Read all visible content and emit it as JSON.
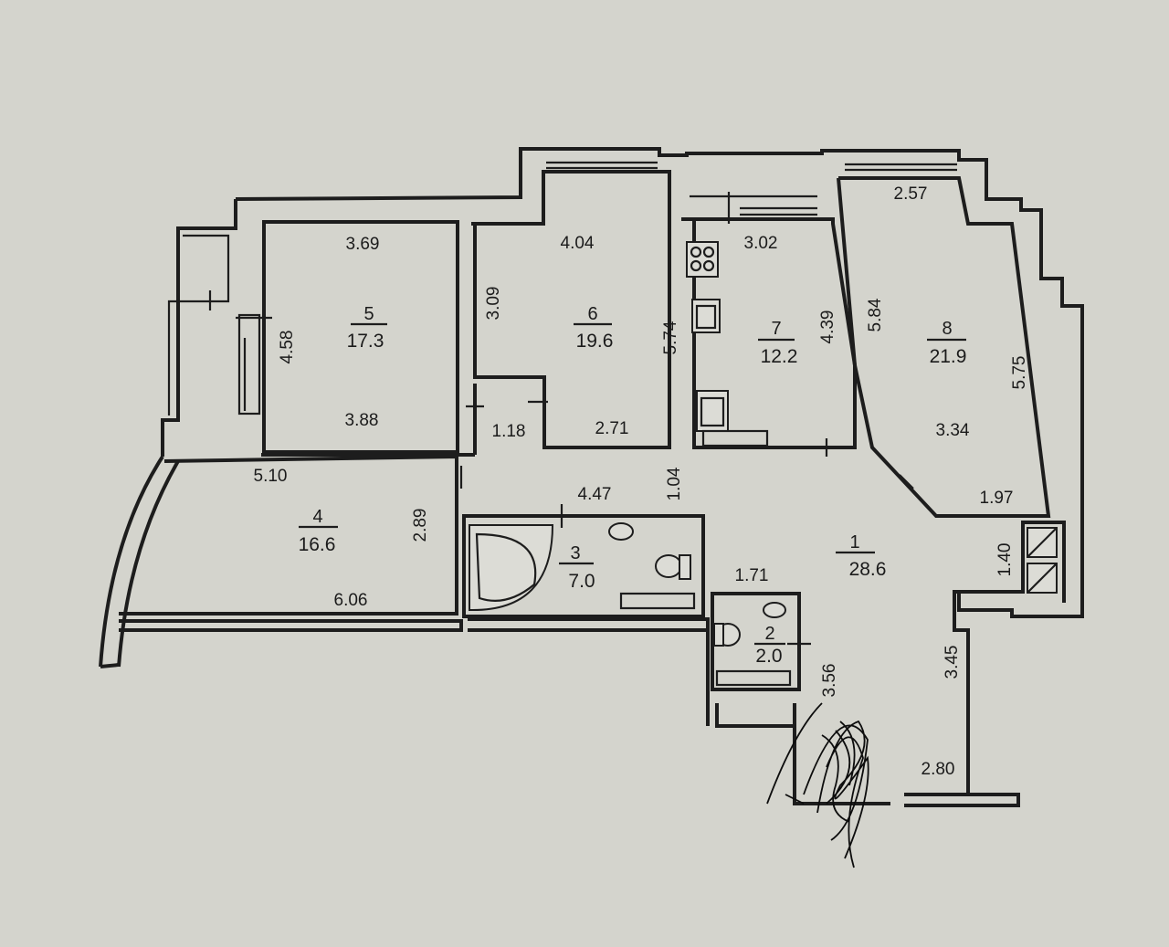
{
  "rooms": [
    {
      "number": "1",
      "area": "28.6"
    },
    {
      "number": "2",
      "area": "2.0"
    },
    {
      "number": "3",
      "area": "7.0"
    },
    {
      "number": "4",
      "area": "16.6"
    },
    {
      "number": "5",
      "area": "17.3"
    },
    {
      "number": "6",
      "area": "19.6"
    },
    {
      "number": "7",
      "area": "12.2"
    },
    {
      "number": "8",
      "area": "21.9"
    }
  ],
  "dimensions": {
    "r5_top": "3.69",
    "r5_left": "4.58",
    "r5_bottom": "3.88",
    "r6_top": "4.04",
    "r6_left": "3.09",
    "r6_right": "5.74",
    "r6_bottom": "2.71",
    "r7_top": "3.02",
    "r7_right": "4.39",
    "r8_top": "2.57",
    "r8_left": "5.84",
    "r8_right": "5.75",
    "r8_mid": "3.34",
    "r8_bottom": "1.97",
    "corridor_small": "1.18",
    "r4_top": "5.10",
    "r4_right": "2.89",
    "r4_bottom": "6.06",
    "r3_top": "4.47",
    "hall_gap": "1.04",
    "hall_171": "1.71",
    "hall_140": "1.40",
    "r2_right": "3.56",
    "hall_345": "3.45",
    "hall_280": "2.80"
  }
}
